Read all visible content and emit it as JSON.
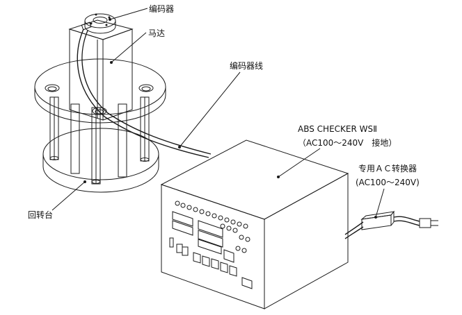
{
  "labels": {
    "encoder": "编码器",
    "motor": "马达",
    "encoder_cable": "编码器线",
    "checker_name": "ABS CHECKER WSⅡ",
    "checker_power": "（AC100～240V　接地）",
    "adapter_name": "专用ＡＣ转换器",
    "adapter_power": "(AC100～240V)",
    "turntable": "回转台"
  },
  "colors": {
    "line": "#1a1a1a",
    "background": "#ffffff"
  }
}
